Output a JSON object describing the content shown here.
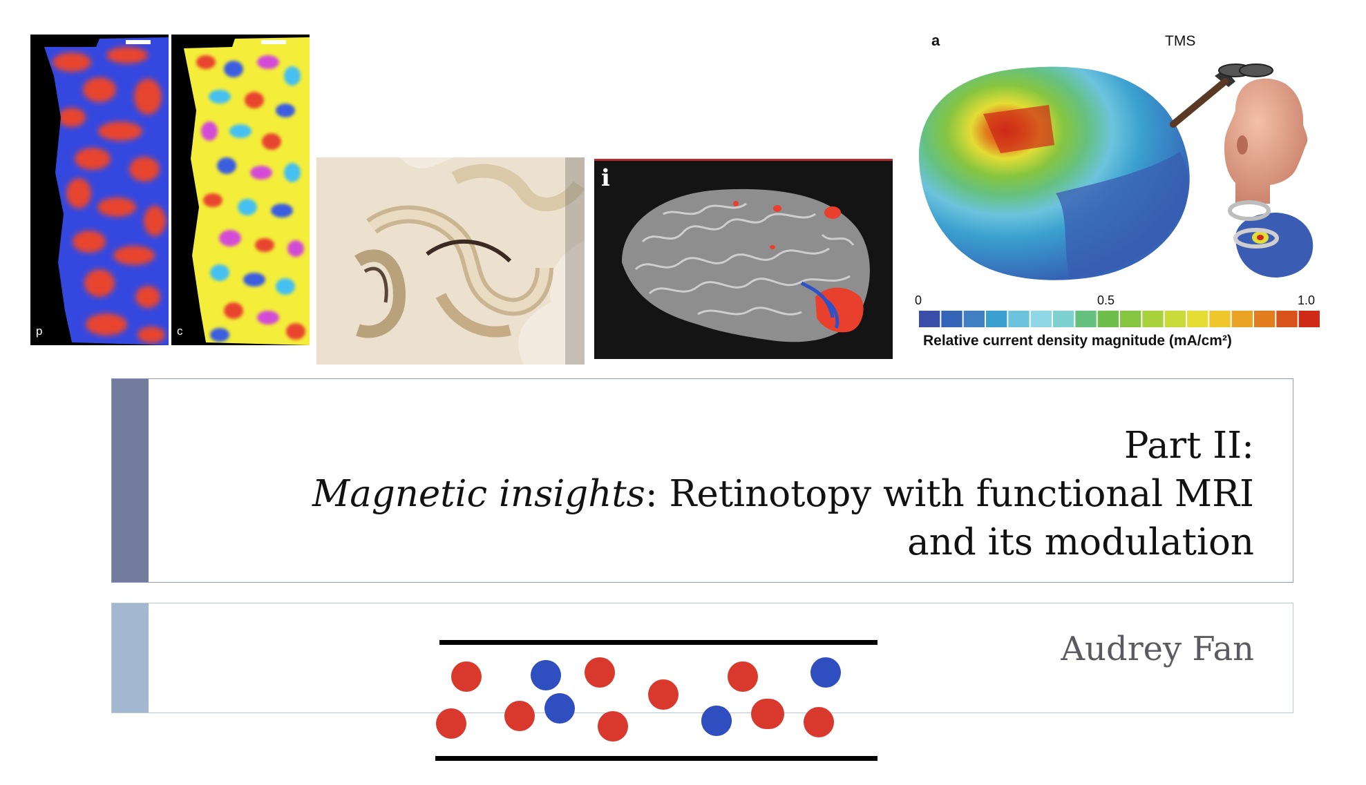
{
  "images": {
    "left_map_label": "p",
    "right_map_label": "c",
    "fmri_label": "i"
  },
  "tms": {
    "panel_letter": "a",
    "title": "TMS",
    "scale_min": "0",
    "scale_mid": "0.5",
    "scale_max": "1.0",
    "scale_caption": "Relative current density magnitude (mA/cm²)",
    "colormap": [
      "#3a4ea8",
      "#3563b6",
      "#3f7fc2",
      "#3aa0cf",
      "#6cc3dd",
      "#8fd6e6",
      "#7fd0d0",
      "#66c17f",
      "#6dbe4a",
      "#86c540",
      "#a8d13c",
      "#c9db3b",
      "#e3dd35",
      "#efc62c",
      "#eaa526",
      "#e27d20",
      "#d9521a",
      "#cf2a17"
    ]
  },
  "title": {
    "line1": "Part II:",
    "line2_italic": "Magnetic insights",
    "line2_rest": ": Retinotopy with functional MRI",
    "line3": "and its modulation"
  },
  "author": "Audrey Fan",
  "colors": {
    "title_accent": "#737b9f",
    "author_accent": "#a3b8cf",
    "red_dot": "#d8392c",
    "blue_dot": "#2f4fc1"
  }
}
